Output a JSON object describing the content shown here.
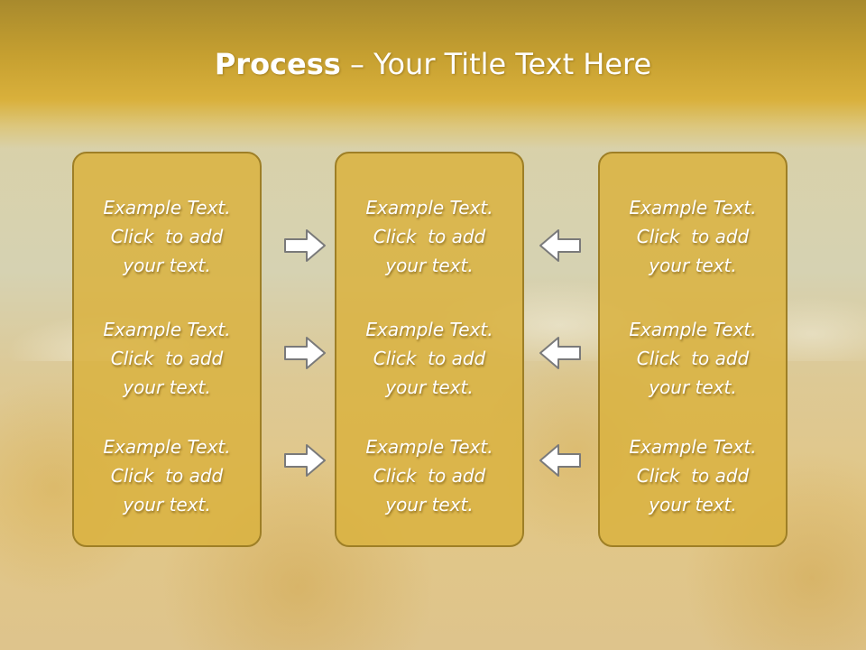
{
  "title": {
    "strong": "Process",
    "rest": " – Your Title Text Here"
  },
  "columns": [
    {
      "items": [
        {
          "line1": "Example Text.",
          "line2": "Click  to add",
          "line3": "your text."
        },
        {
          "line1": "Example Text.",
          "line2": "Click  to add",
          "line3": "your text."
        },
        {
          "line1": "Example Text.",
          "line2": "Click  to add",
          "line3": "your text."
        }
      ]
    },
    {
      "items": [
        {
          "line1": "Example Text.",
          "line2": "Click  to add",
          "line3": "your text."
        },
        {
          "line1": "Example Text.",
          "line2": "Click  to add",
          "line3": "your text."
        },
        {
          "line1": "Example Text.",
          "line2": "Click  to add",
          "line3": "your text."
        }
      ]
    },
    {
      "items": [
        {
          "line1": "Example Text.",
          "line2": "Click  to add",
          "line3": "your text."
        },
        {
          "line1": "Example Text.",
          "line2": "Click  to add",
          "line3": "your text."
        },
        {
          "line1": "Example Text.",
          "line2": "Click  to add",
          "line3": "your text."
        }
      ]
    }
  ],
  "arrows": {
    "left_group": "right-arrow-icon",
    "right_group": "left-arrow-icon"
  },
  "colors": {
    "box_fill": "#dab240",
    "box_border": "#9e7f26",
    "title_band": "#c59f30",
    "arrow_fill": "#ffffff",
    "arrow_stroke": "#7a7a7a"
  }
}
